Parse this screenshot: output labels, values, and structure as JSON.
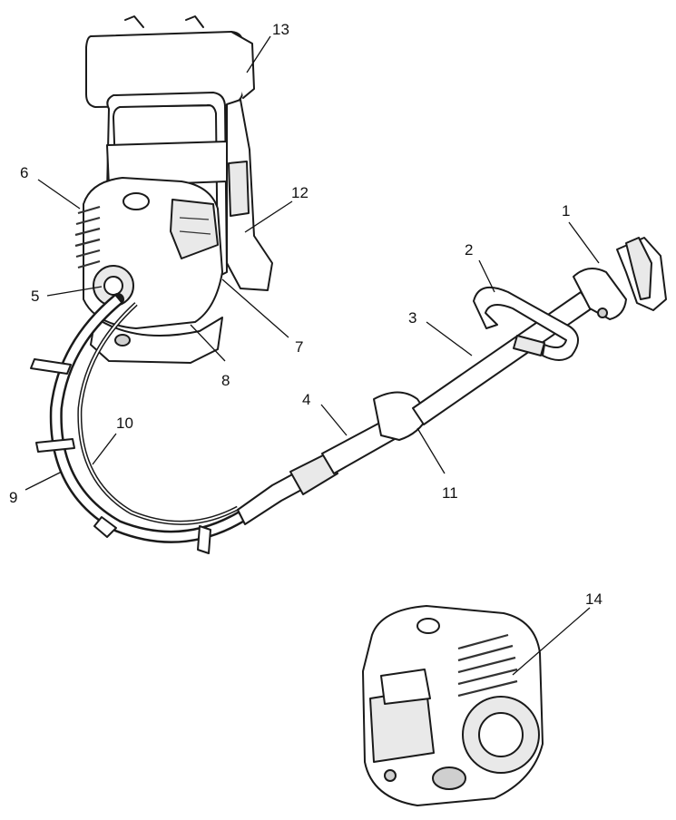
{
  "diagram": {
    "callouts": [
      {
        "id": "1",
        "label": "1"
      },
      {
        "id": "2",
        "label": "2"
      },
      {
        "id": "3",
        "label": "3"
      },
      {
        "id": "4",
        "label": "4"
      },
      {
        "id": "5",
        "label": "5"
      },
      {
        "id": "6",
        "label": "6"
      },
      {
        "id": "7",
        "label": "7"
      },
      {
        "id": "8",
        "label": "8"
      },
      {
        "id": "9",
        "label": "9"
      },
      {
        "id": "10",
        "label": "10"
      },
      {
        "id": "11",
        "label": "11"
      },
      {
        "id": "12",
        "label": "12"
      },
      {
        "id": "13",
        "label": "13"
      },
      {
        "id": "14",
        "label": "14"
      }
    ],
    "colors": {
      "ink": "#111111",
      "background": "#ffffff",
      "shade": "#cfcfcf"
    }
  }
}
